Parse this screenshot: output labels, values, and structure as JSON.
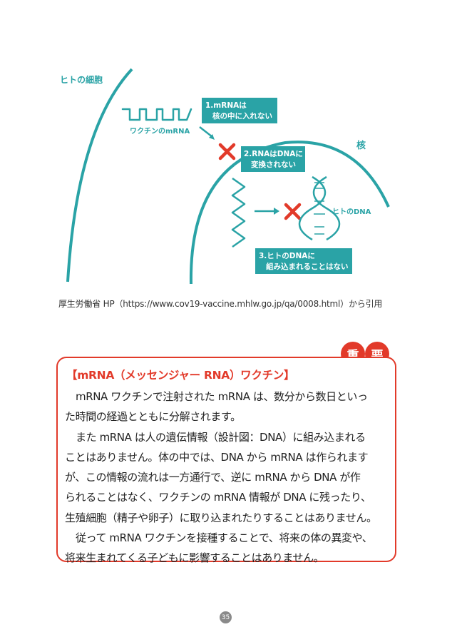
{
  "diagram": {
    "cell_label": "ヒトの細胞",
    "nucleus_label": "核",
    "vaccine_mrna_label": "ワクチンのmRNA",
    "human_dna_label": "ヒトのDNA",
    "note1": [
      "1.mRNAは",
      "核の中に入れない"
    ],
    "note2": [
      "2.RNAはDNAに",
      "変換されない"
    ],
    "note3": [
      "3.ヒトのDNAに",
      "組み込まれることはない"
    ],
    "teal": "#2aa3a6",
    "cross_red": "#e23a2a"
  },
  "caption": "厚生労働省 HP（https://www.cov19-vaccine.mhlw.go.jp/qa/0008.html）から引用",
  "important": {
    "badge_chars": [
      "重",
      "要"
    ],
    "title": "【mRNA（メッセンジャー RNA）ワクチン】",
    "lines": [
      "mRNA ワクチンで注射された mRNA は、数分から数日といっ",
      "た時間の経過とともに分解されます。",
      "また mRNA は人の遺伝情報（設計図：DNA）に組み込まれる",
      "ことはありません。体の中では、DNA から mRNA は作られます",
      "が、この情報の流れは一方通行で、逆に mRNA から DNA が作",
      "られることはなく、ワクチンの mRNA 情報が DNA に残ったり、",
      "生殖細胞（精子や卵子）に取り込まれたりすることはありません。",
      "従って mRNA ワクチンを接種することで、将来の体の異変や、",
      "将来生まれてくる子どもに影響することはありません。"
    ]
  },
  "page_number": "35"
}
